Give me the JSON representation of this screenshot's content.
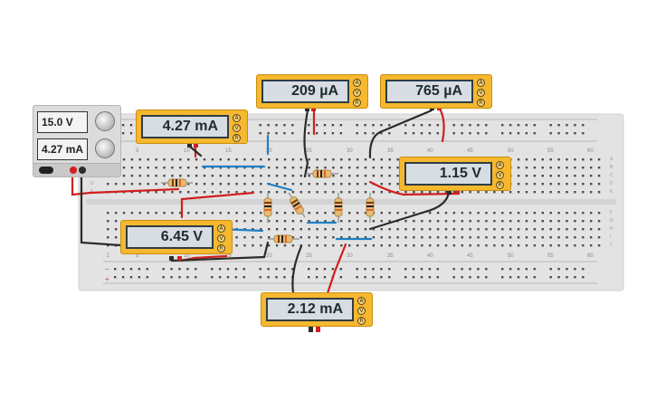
{
  "power_supply": {
    "voltage_display": "15.0 V",
    "current_display": "4.27 mA"
  },
  "meters": [
    {
      "id": "m1",
      "reading": "4.27 mA"
    },
    {
      "id": "m2",
      "reading": "209 µA"
    },
    {
      "id": "m3",
      "reading": "765 µA"
    },
    {
      "id": "m4",
      "reading": "1.15 V"
    },
    {
      "id": "m5",
      "reading": "6.45 V"
    },
    {
      "id": "m6",
      "reading": "2.12 mA"
    }
  ],
  "meter_buttons": {
    "a": "A",
    "v": "V",
    "r": "R"
  },
  "breadboard": {
    "column_numbers": [
      "1",
      "5",
      "10",
      "15",
      "20",
      "25",
      "30",
      "35",
      "40",
      "45",
      "50",
      "55",
      "60"
    ],
    "row_letters_top": [
      "A",
      "B",
      "C",
      "D",
      "E"
    ],
    "row_letters_bottom": [
      "F",
      "G",
      "H",
      "I",
      "J"
    ],
    "rail_signs": [
      "−",
      "+"
    ]
  },
  "colors": {
    "wire_red": "#d11f1f",
    "wire_black": "#2b2b2b",
    "wire_blue": "#1f7fc4",
    "meter_body": "#f5b82e",
    "breadboard": "#e3e3e3"
  }
}
